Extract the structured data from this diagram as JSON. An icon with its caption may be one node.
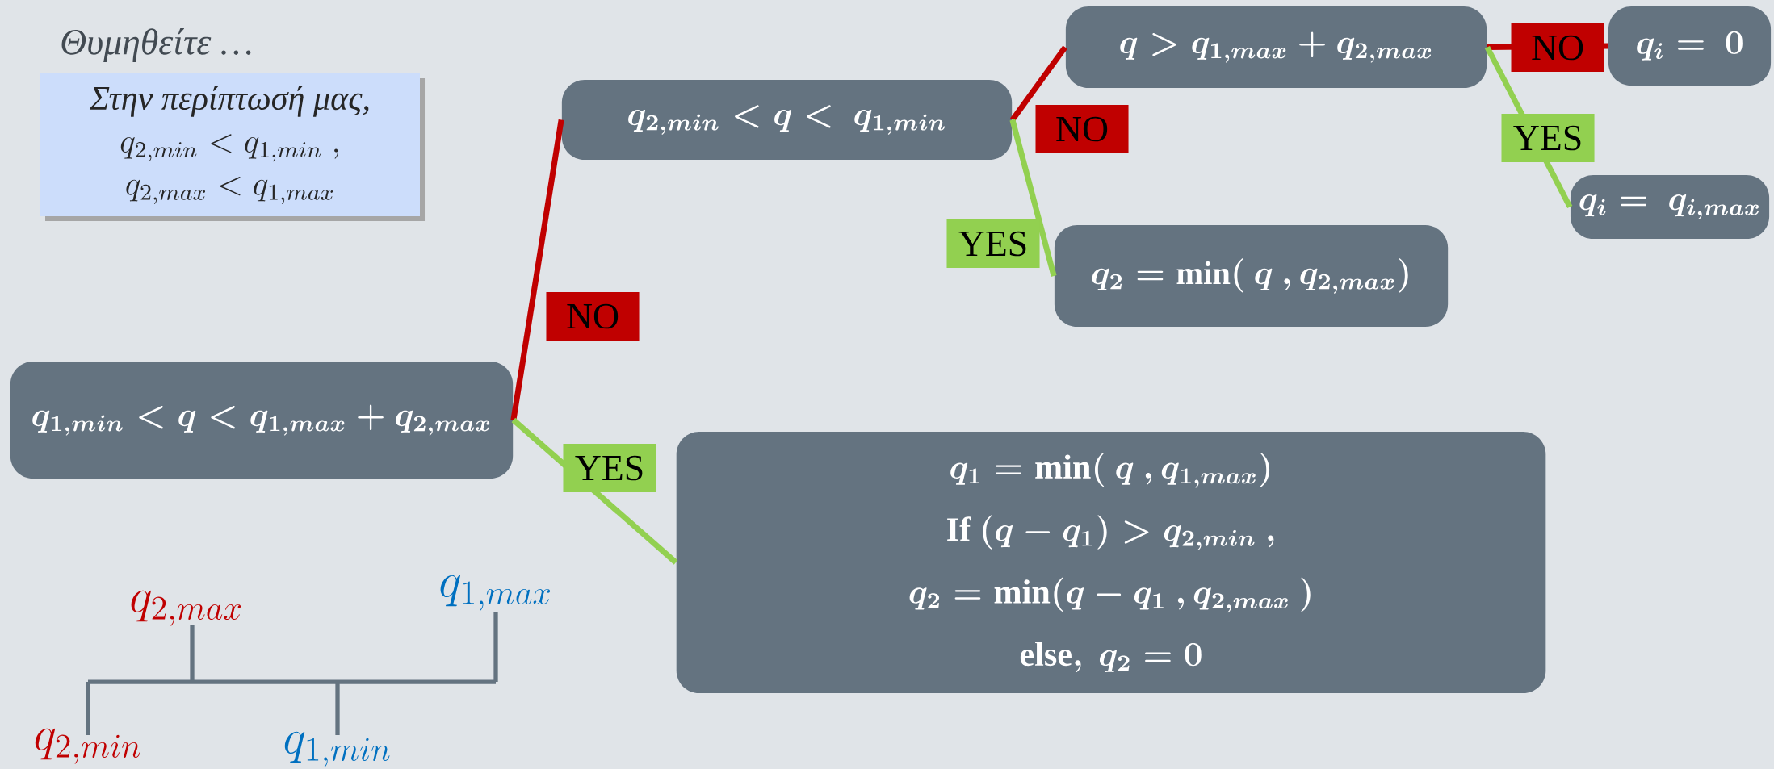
{
  "diagram": {
    "nodes": [
      {
        "text": [
          "q_{1,min} < q < q_{1,max} + q_{2,max}"
        ]
      },
      {
        "text": [
          "q_{2,min} < q <\\ q_{1,min}"
        ]
      },
      {
        "text": [
          "q > q_{1,max} + q_{2,max}"
        ]
      },
      {
        "text": [
          "q_i =\\ 0"
        ]
      },
      {
        "text": [
          "q_i =\\ q_{i,max}"
        ]
      },
      {
        "text": [
          "q_2 = \\min(\\ q\\ , q_{2,max})"
        ]
      },
      {
        "text": [
          "q_1 = \\min(\\ q\\ , q_{1,max})",
          "\\mathrm{If}\\ (q - q_1) > q_{2,min}\\ ,",
          "q_2 = \\min(q - q_1\\ , q_{2,max}\\ )",
          "\\mathrm{else},\\ q_2 = 0"
        ]
      },
      {
        "text": [
          "Στην περίπτωσή μας,",
          "q_{2,min} < q_{1,min}\\ ,",
          "q_{2,max} < q_{1,max}"
        ]
      }
    ],
    "edges": [
      {
        "from": 0,
        "to": 1,
        "arrow": "none",
        "label": "NO",
        "color": "#c00000"
      },
      {
        "from": 0,
        "to": 6,
        "arrow": "none",
        "label": "YES",
        "color": "#92d050"
      },
      {
        "from": 1,
        "to": 2,
        "arrow": "none",
        "label": "NO",
        "color": "#c00000"
      },
      {
        "from": 1,
        "to": 5,
        "arrow": "none",
        "label": "YES",
        "color": "#92d050"
      },
      {
        "from": 2,
        "to": 3,
        "arrow": "none",
        "label": "NO",
        "color": "#c00000"
      },
      {
        "from": 2,
        "to": 4,
        "arrow": "none",
        "label": "YES",
        "color": "#92d050"
      }
    ],
    "labels": [
      "Θυμηθείτε …",
      "q_{2,max}",
      "q_{1,max}",
      "q_{2,min}",
      "q_{1,min}"
    ]
  }
}
